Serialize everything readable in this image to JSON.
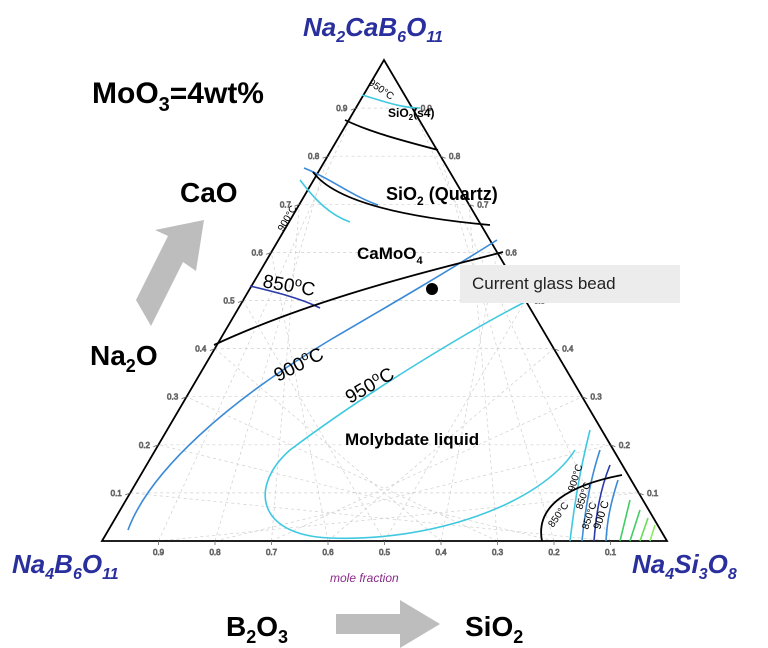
{
  "vertices": {
    "top": {
      "main": "Na",
      "s1": "2",
      "m2": "CaB",
      "s2": "6",
      "m3": "O",
      "s3": "11"
    },
    "left": {
      "main": "Na",
      "s1": "4",
      "m2": "B",
      "s2": "6",
      "m3": "O",
      "s3": "11"
    },
    "right": {
      "main": "Na",
      "s1": "4",
      "m2": "Si",
      "s2": "3",
      "m3": "O",
      "s3": "8"
    }
  },
  "composition": {
    "a": "MoO",
    "sub": "3",
    "b": "=4wt%"
  },
  "oxides": {
    "cao": "CaO",
    "na2o": {
      "a": "Na",
      "sub": "2",
      "b": "O"
    },
    "b2o3": {
      "a": "B",
      "s1": "2",
      "b": "O",
      "s2": "3"
    },
    "sio2": {
      "a": "SiO",
      "sub": "2"
    }
  },
  "phases": {
    "s4": {
      "a": "SiO",
      "sub": "2",
      "b": "(s4)"
    },
    "quartz": {
      "a": "SiO",
      "sub": "2",
      "b": " (Quartz)"
    },
    "camoo4": {
      "a": "CaMoO",
      "sub": "4"
    },
    "molybdate": "Molybdate liquid"
  },
  "isotherms": {
    "t850": {
      "a": "850",
      "sup": "o",
      "b": "C"
    },
    "t900": {
      "a": "900",
      "sup": "o",
      "b": "C"
    },
    "t950": {
      "a": "950",
      "sup": "o",
      "b": "C"
    },
    "small_top": "950°C",
    "small_left": "900°C",
    "br1": "900°C",
    "br2": "850°C",
    "br3": "850°C",
    "br4": "900 C",
    "br5": "850°C"
  },
  "annotation": "Current glass bead",
  "axis_label": "mole fraction",
  "ticks": {
    "bottom": [
      "0.9",
      "0.8",
      "0.7",
      "0.6",
      "0.5",
      "0.4",
      "0.3",
      "0.2",
      "0.1"
    ],
    "left": [
      "0.1",
      "0.2",
      "0.3",
      "0.4",
      "0.5",
      "0.6",
      "0.7",
      "0.8",
      "0.9"
    ],
    "right": [
      "0.1",
      "0.2",
      "0.3",
      "0.4",
      "0.5",
      "0.6",
      "0.7",
      "0.8",
      "0.9"
    ]
  },
  "colors": {
    "vertex_label": "#2a2f9e",
    "boundary": "#000000",
    "isotherm_light": "#40c8e0",
    "isotherm_mid": "#3a8ad8",
    "isotherm_dark": "#2a3aa8",
    "arrow": "#bdbdbd",
    "callout_bg": "#ececec",
    "tick": "#3a8a3a",
    "axis_label": "#8a2a8a"
  }
}
